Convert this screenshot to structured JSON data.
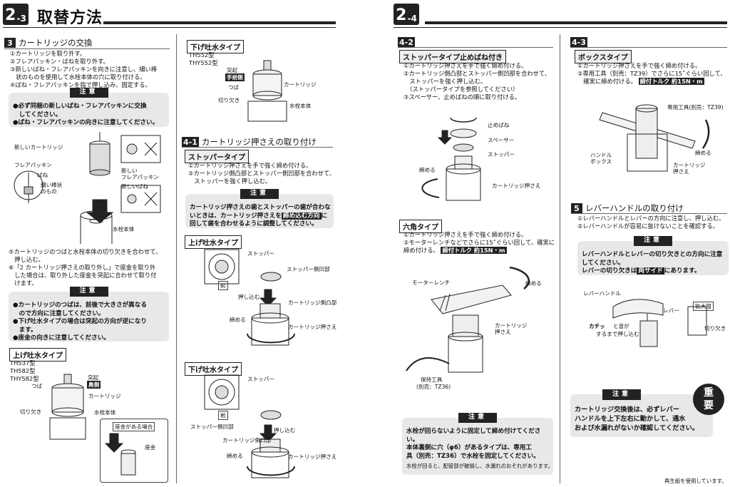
{
  "left_page": {
    "badge_main": "2",
    "badge_sub": "-3",
    "title": "取替方法",
    "section3": {
      "num": "3",
      "heading": "カートリッジの交換",
      "steps": [
        "①カートリッジを取り外す。",
        "②フレアパッキン・ばねを取り外す。",
        "③新しいばね・フレアパッキンを向きに注意し、細い棒",
        "　状のものを使用して水栓本体の穴に取り付ける。",
        "④ばね・フレアパッキンを指で押し込み、固定する。"
      ],
      "note1": {
        "head": "注意",
        "lines": [
          "●必ず同梱の新しいばね・フレアパッキンに交換",
          "　してください。",
          "●ばね・フレアパッキンの向きに注意してください。"
        ]
      },
      "fig_labels": {
        "new_cartridge": "新しいカートリッジ",
        "flare_packing": "フレアパッキン",
        "spring": "ばね",
        "thin_rod": "細い棒状",
        "thin_rod2": "のもの",
        "new_flare": "新しい",
        "new_flare2": "フレアパッキン",
        "new_spring": "新しいばね",
        "body": "水栓本体"
      },
      "steps2": [
        "⑤カートリッジのつばと水栓本体の切り欠きを合わせて、",
        "　押し込む。",
        "⑥「2 カートリッジ押さえの取り外し」で座金を取り外",
        "　した場合は、取り外した座金を突起に合わせて取り付",
        "　けます。"
      ],
      "note2": {
        "head": "注意",
        "lines": [
          "●カートリッジのつばは、前後で大きさが異なる",
          "　ので方向に注意してください。",
          "●下げ吐水タイプの場合は突起の方向が逆になり",
          "　ます。",
          "●座金の向きに注意してください。"
        ]
      },
      "upward_type": {
        "label": "上げ吐水タイプ",
        "models": [
          "TH537型",
          "TH582型",
          "THY582型"
        ],
        "protrusion": "突起",
        "back": "奥側",
        "flange": "つば",
        "cartridge": "カートリッジ",
        "notch": "切り欠き",
        "body": "水栓本体"
      },
      "washer_box": {
        "title": "座金がある場合",
        "washer": "座金"
      }
    },
    "downward_type_top": {
      "label": "下げ吐水タイプ",
      "models": [
        "TH552型",
        "THY552型"
      ],
      "protrusion": "突起",
      "front": "手前側",
      "flange": "つば",
      "cartridge": "カートリッジ",
      "notch": "切り欠き",
      "body": "水栓本体"
    },
    "section41": {
      "num": "4-1",
      "heading": "カートリッジ押さえの取り付け",
      "stopper_label": "ストッパータイプ",
      "steps": [
        "①カートリッジ押さえを手で強く締め付ける。",
        "②カートリッジ側凸部とストッパー側凹部を合わせて、",
        "　ストッパーを強く押し込む。"
      ],
      "note": {
        "head": "注意",
        "line1": "カートリッジ押さえの歯とストッパーの歯が合わな",
        "line2a": "いときは、カートリッジ押さえを",
        "line2hl": "締め込む方向",
        "line2b": "に",
        "line3": "回して歯を合わせるように調整してください。"
      },
      "upward": {
        "label": "上げ吐水タイプ",
        "stopper": "ストッパー",
        "stopper_recess": "ストッパー側凹部",
        "front": "前",
        "push_in": "押し込む",
        "cartridge_bump": "カートリッジ側凸部",
        "tighten": "締める",
        "holder": "カートリッジ押さえ"
      },
      "downward": {
        "label": "下げ吐水タイプ",
        "stopper": "ストッパー",
        "stopper_recess": "ストッパー側凹部",
        "front": "前",
        "push_in": "押し込む",
        "cartridge_bump": "カートリッジ側凸部",
        "tighten": "締める",
        "holder": "カートリッジ押さえ"
      }
    }
  },
  "right_page": {
    "badge_main": "2",
    "badge_sub": "-4",
    "section42": {
      "num": "4-2",
      "label": "ストッパータイプ止めばね付き",
      "steps": [
        "①カートリッジ押さえを手で強く締め付ける。",
        "②カートリッジ側凸部とストッパー側凹部を合わせて、",
        "　ストッパーを強く押し込む。",
        "　（ストッパータイプを参照してください）",
        "③スペーサー、止めばねの順に取り付ける。"
      ],
      "fig": {
        "stop_spring": "止めばね",
        "spacer": "スペーサー",
        "stopper": "ストッパー",
        "tighten": "締める",
        "holder": "カートリッジ押さえ"
      }
    },
    "hex_type": {
      "label": "六角タイプ",
      "steps": [
        "①カートリッジ押さえを手で強く締め付ける。",
        "②モーターレンチなどでさらに15˚ぐらい回して、確実に"
      ],
      "step2b": "締め付ける。",
      "torque": "締付トルク 約15N・m",
      "fig": {
        "motor_wrench": "モーターレンチ",
        "tighten": "締める",
        "holder": "カートリッジ",
        "holder2": "押さえ",
        "tool": "保持工具",
        "tool2": "(別売：TZ36)"
      }
    },
    "hex_note": {
      "head": "注意",
      "lines": [
        "水栓が回らないように固定して締め付けてくださ",
        "い。",
        "本体裏側に穴（φ6）があるタイプは、専用工",
        "具（別売：TZ36）で水栓を固定してください。"
      ],
      "sub": "水栓が回ると、配管部が破損し、水漏れのおそれがあります。"
    },
    "section43": {
      "num": "4-3",
      "label": "ボックスタイプ",
      "steps": [
        "①カートリッジ押さえを手で強く締め付ける。",
        "②専用工具（別売：TZ39）でさらに15˚ぐらい回して、",
        "　確実に締め付ける。"
      ],
      "torque": "締付トルク 約15N・m",
      "fig": {
        "tool": "専用工具(別売：TZ39)",
        "handle_box": "ハンドル",
        "handle_box2": "ボックス",
        "tighten": "締める",
        "holder": "カートリッジ",
        "holder2": "押さえ"
      }
    },
    "section5": {
      "num": "5",
      "heading": "レバーハンドルの取り付け",
      "steps": [
        "①レバーハンドルとレバーの方向に注意し、押し込む。",
        "②レバーハンドルが容易に抜けないことを確認する。"
      ],
      "note": {
        "head": "注意",
        "line1": "レバーハンドルとレバーの切り欠きとの方向に注意",
        "line2": "してください。",
        "line3a": "レバーの切り欠きは",
        "line3hl": "両サイド",
        "line3b": "にあります。"
      },
      "fig": {
        "lever_handle": "レバーハンドル",
        "lever": "レバー",
        "enlarged": "拡大図",
        "click": "カチッ",
        "sound": "と音が",
        "until": "するまで押し込む",
        "notch": "切り欠き"
      }
    },
    "important_note": {
      "head": "注意",
      "badge1": "重",
      "badge2": "要",
      "lines": [
        "カートリッジ交換後は、必ずレバー",
        "ハンドルを上下左右に動かして、通水",
        "および水漏れがないか確認してください。"
      ]
    },
    "footer": "再生紙を使用しています。"
  },
  "colors": {
    "ink": "#222222",
    "note_bg": "#e8e8e8",
    "paper": "#ffffff"
  }
}
